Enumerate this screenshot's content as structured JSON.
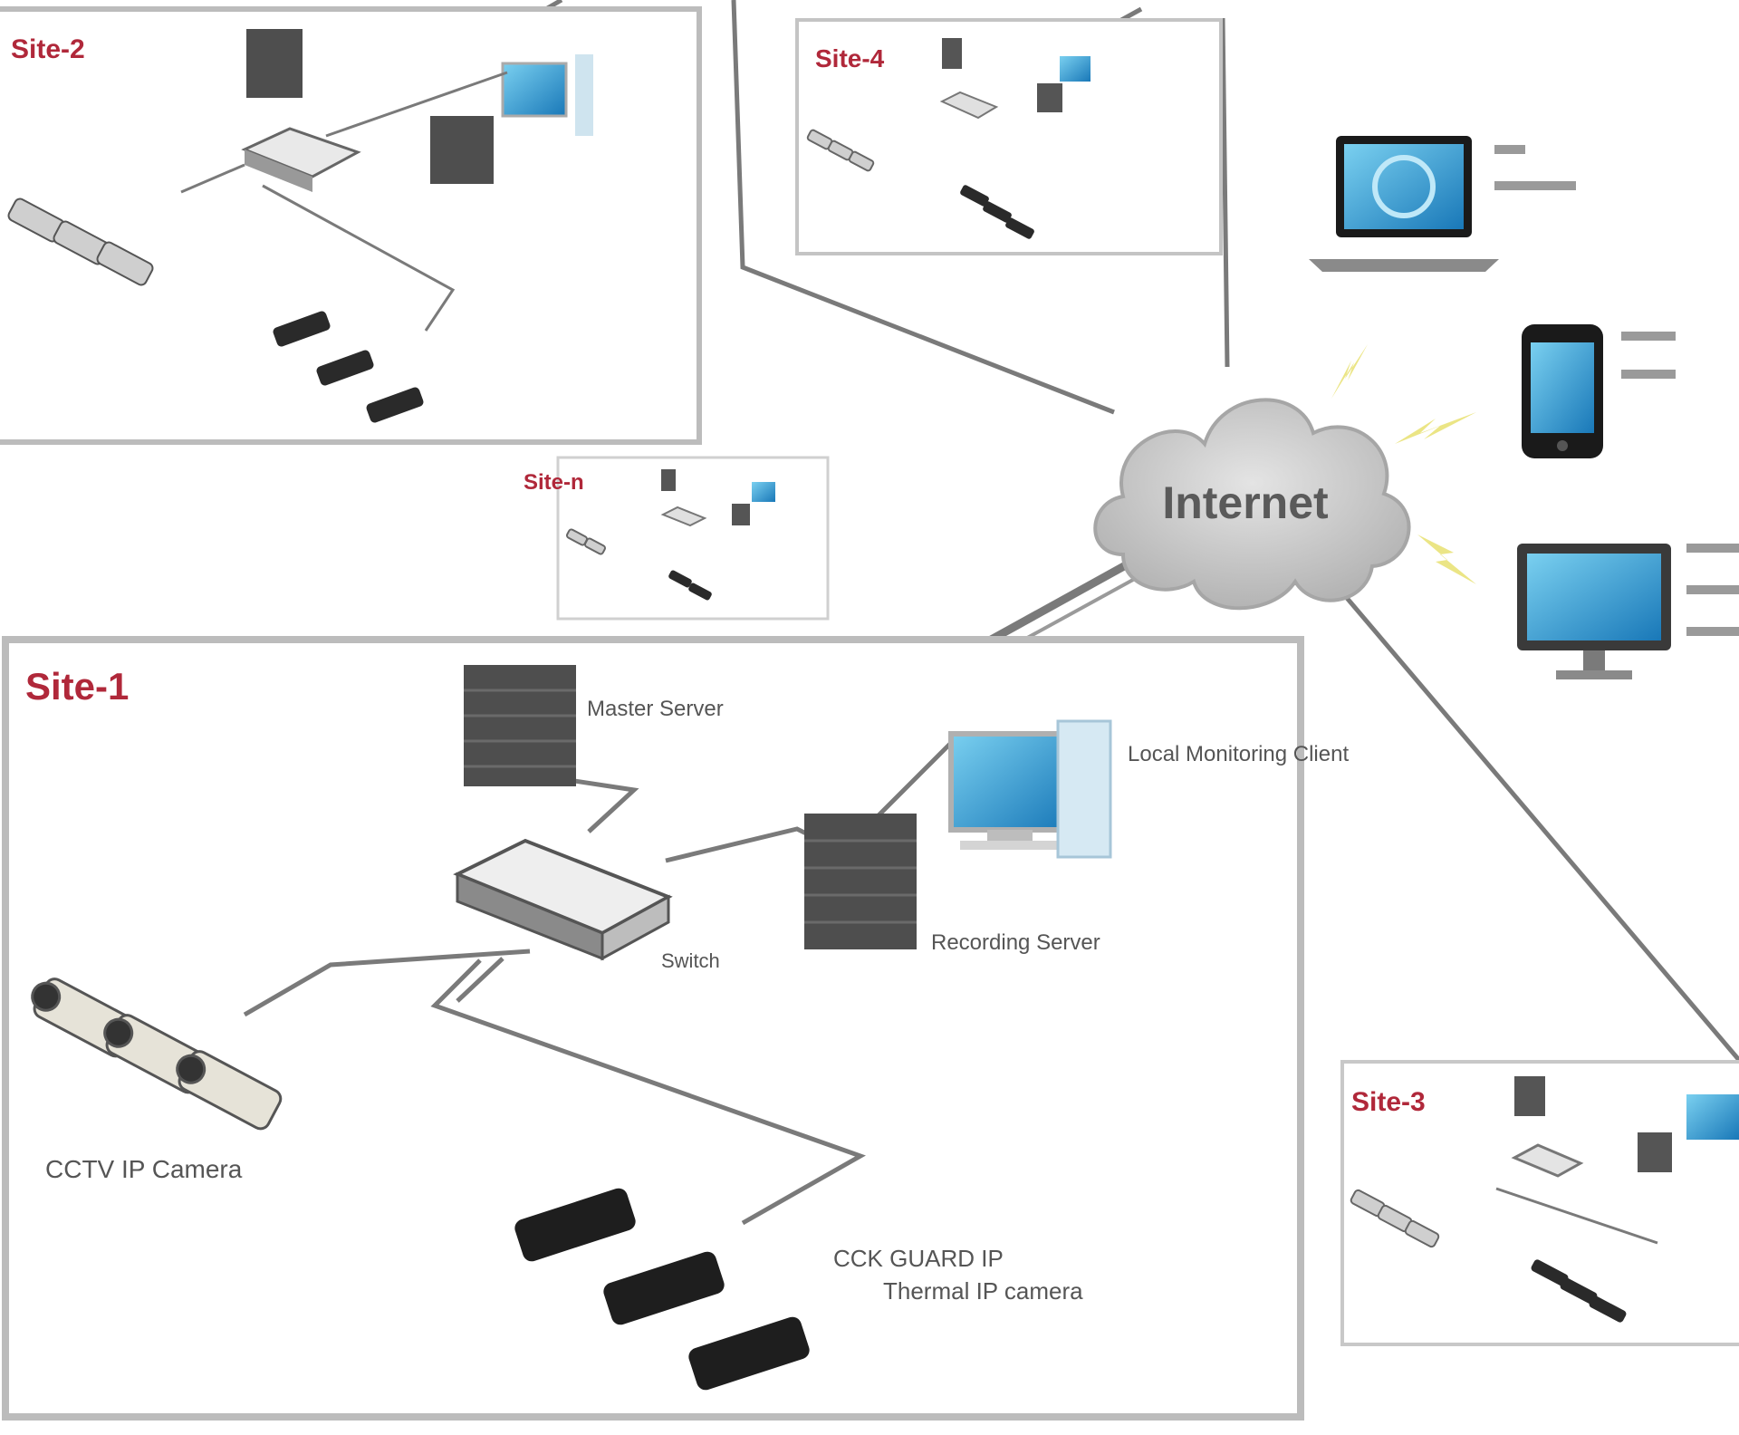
{
  "colors": {
    "site_label": "#b0283a",
    "frame": "#bcbcbc",
    "cable": "#7a7a7a",
    "server": "#4e4e4e",
    "monitor_screen": "#22a6d6",
    "cloud": "#c9c9c9",
    "signal": "#e8e070"
  },
  "internet": {
    "label": "Internet"
  },
  "site1": {
    "title": "Site-1",
    "master_server": "Master Server",
    "local_monitoring": "Local Monitoring Client",
    "recording_server": "Recording Server",
    "switch": "Switch",
    "cctv_cameras": "CCTV IP Camera",
    "thermal_line1": "CCK GUARD IP",
    "thermal_line2": "Thermal IP camera"
  },
  "site2": {
    "title": "Site-2"
  },
  "site3": {
    "title": "Site-3"
  },
  "site4": {
    "title": "Site-4"
  },
  "site5": {
    "title": "Site-n"
  }
}
